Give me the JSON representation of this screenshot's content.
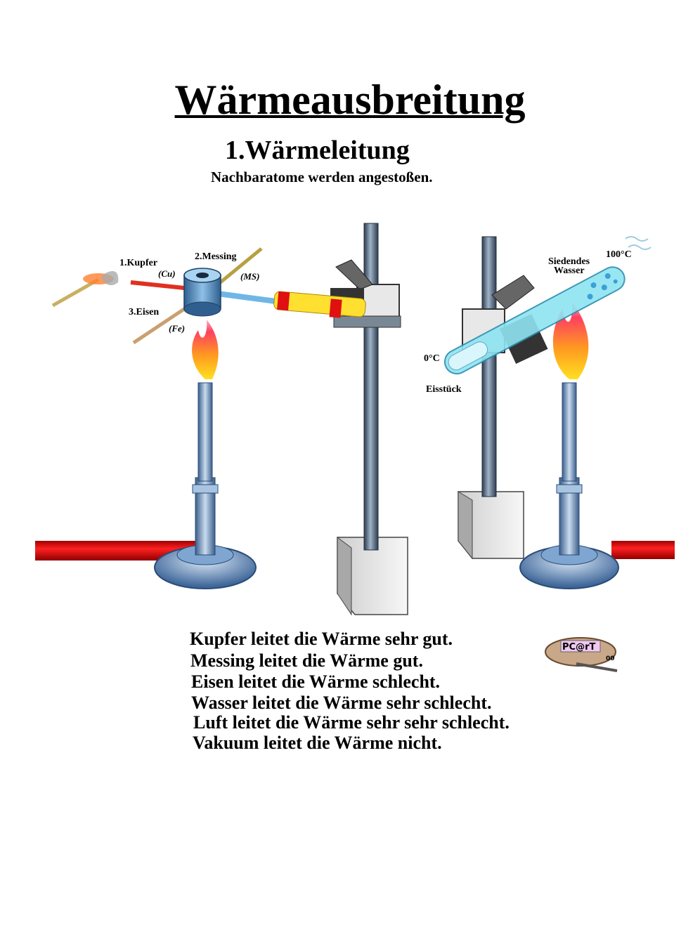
{
  "title": "Wärmeausbreitung",
  "subtitle": "1.Wärmeleitung",
  "subline": "Nachbaratome werden angestoßen.",
  "labels": {
    "kupfer": "1.Kupfer",
    "cu": "(Cu)",
    "messing": "2.Messing",
    "ms": "(MS)",
    "eisen": "3.Eisen",
    "fe": "(Fe)",
    "siedendes": "Siedendes",
    "wasser": "Wasser",
    "temp_hot": "100°C",
    "temp_cold": "0°C",
    "eisstueck": "Eisstück"
  },
  "statements": [
    "Kupfer leitet die Wärme sehr gut.",
    "Messing leitet die Wärme gut.",
    "Eisen leitet die Wärme schlecht.",
    "Wasser leitet die Wärme sehr schlecht.",
    "Luft leitet die Wärme sehr sehr schlecht.",
    "Vakuum leitet die Wärme nicht."
  ],
  "logo": {
    "text": "PC@rT",
    "suffix": "00"
  },
  "colors": {
    "hose": "#e01010",
    "burner": "#5a8fc9",
    "tube_glass": "#7fe0f0",
    "rod": "#556a80"
  }
}
